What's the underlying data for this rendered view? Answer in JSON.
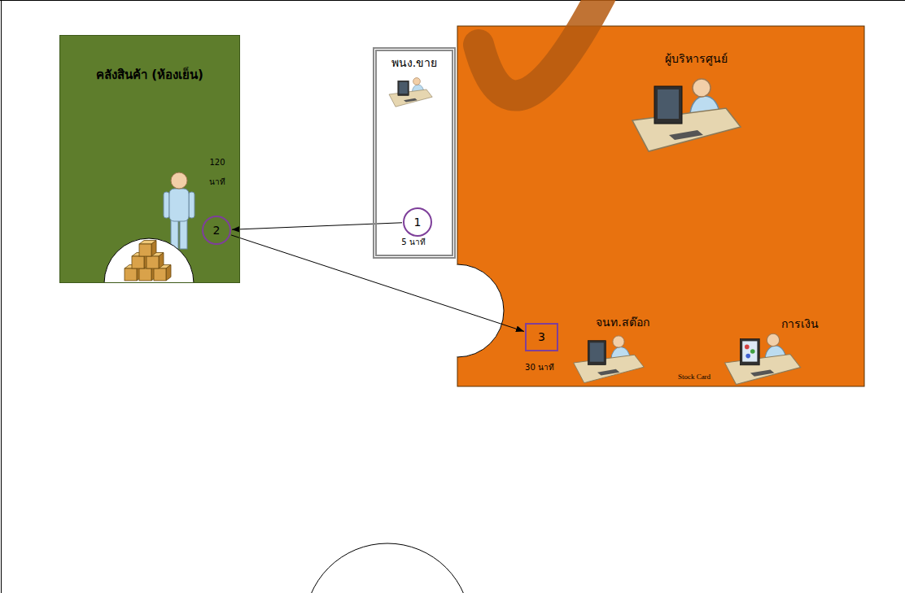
{
  "diagram": {
    "nodes": [
      {
        "text": [
          "คลังสินค้า (ห้องเย็น)"
        ]
      },
      {
        "text": [
          "2"
        ],
        "in": 0
      },
      {
        "text": [
          "พนง.ขาย"
        ]
      },
      {
        "text": [
          "1"
        ],
        "in": 2
      },
      {
        "text": [
          "3"
        ]
      }
    ],
    "edges": [
      {
        "from": 3,
        "to": 1,
        "arrow": "to"
      },
      {
        "from": 1,
        "to": 4,
        "arrow": "to"
      }
    ],
    "labels": [
      "120 นาที",
      "5 นาที",
      "ผู้บริหารศูนย์",
      "จนท.สต๊อก",
      "30 นาที",
      "Stock Card",
      "การเงิน"
    ]
  }
}
